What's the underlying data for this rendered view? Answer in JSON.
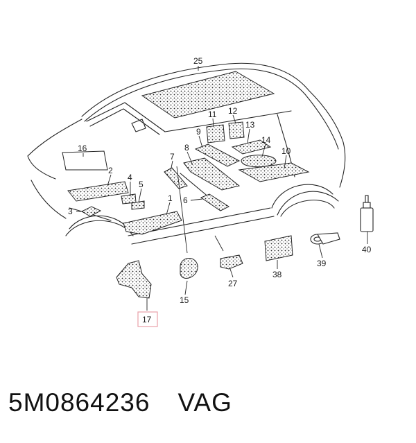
{
  "callouts": {
    "c1": "1",
    "c2": "2",
    "c3": "3",
    "c4": "4",
    "c5": "5",
    "c6": "6",
    "c7": "7",
    "c8": "8",
    "c9": "9",
    "c10": "10",
    "c11": "11",
    "c12": "12",
    "c13": "13",
    "c14": "14",
    "c15": "15",
    "c16": "16",
    "c17": "17",
    "c25": "25",
    "c27": "27",
    "c38": "38",
    "c39": "39",
    "c40": "40"
  },
  "highlighted_callout": "17",
  "highlight_color": "#e8a0a8",
  "caption": {
    "part_number": "5M0864236",
    "brand": "VAG"
  }
}
